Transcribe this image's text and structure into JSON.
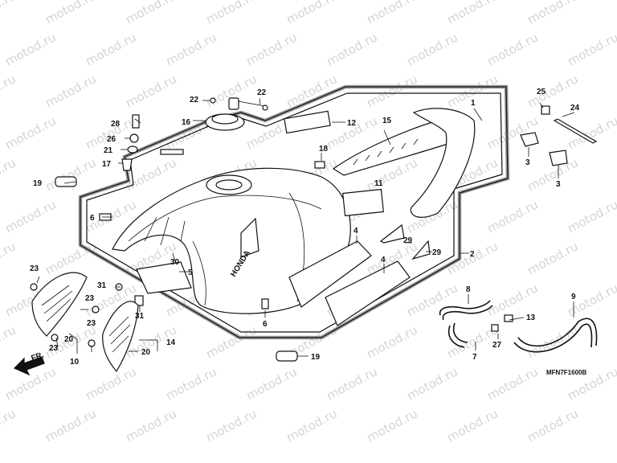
{
  "watermark": "motod.ru",
  "diagram_code": "MFN7F1600B",
  "direction_label": "FR.",
  "brand_text": "HONDA",
  "callouts": [
    "1",
    "2",
    "3",
    "3",
    "4",
    "4",
    "5",
    "6",
    "6",
    "7",
    "8",
    "9",
    "10",
    "11",
    "12",
    "13",
    "14",
    "15",
    "16",
    "17",
    "18",
    "19",
    "19",
    "20",
    "20",
    "21",
    "22",
    "22",
    "23",
    "23",
    "23",
    "23",
    "24",
    "25",
    "26",
    "27",
    "28",
    "29",
    "29",
    "30",
    "31",
    "31"
  ]
}
